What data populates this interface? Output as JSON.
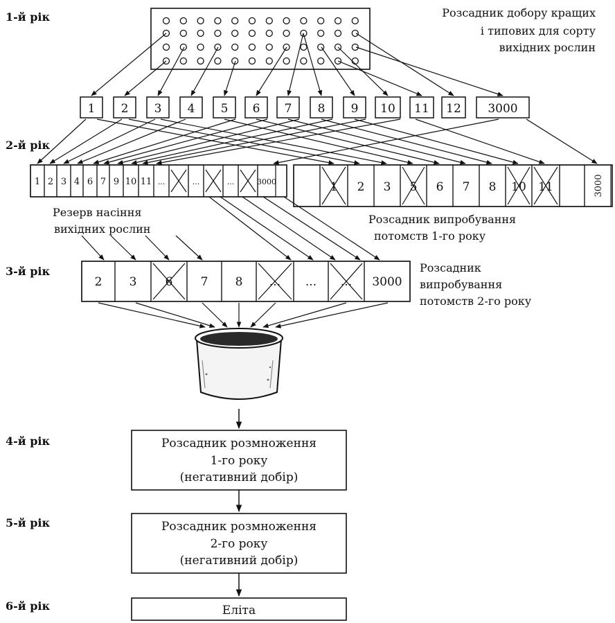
{
  "years": [
    "1-й рік",
    "2-й рік",
    "3-й рік",
    "4-й рік",
    "5-й рік",
    "6-й рік"
  ],
  "nursery1_caption": [
    "Розсадник добору кращих",
    "і типових для сорту",
    "вихідних рослин"
  ],
  "selection_boxes": [
    "1",
    "2",
    "3",
    "4",
    "5",
    "6",
    "7",
    "8",
    "9",
    "10",
    "11",
    "12",
    "3000"
  ],
  "reserve_cells": [
    "1",
    "2",
    "3",
    "4",
    "6",
    "7",
    "9",
    "10",
    "11",
    "...",
    "",
    "...",
    "",
    "...",
    "",
    "3000"
  ],
  "reserve_caption": [
    "Резерв   насіння",
    "вихідних рослин"
  ],
  "trial1_cells": [
    "",
    "1",
    "2",
    "3",
    "5",
    "6",
    "7",
    "8",
    "10",
    "11",
    "",
    "3000"
  ],
  "trial1_caption": [
    "Розсадник випробування",
    "потомств 1-го року"
  ],
  "trial2_cells": [
    "2",
    "3",
    "6",
    "7",
    "8",
    "...",
    "...",
    "...",
    "3000"
  ],
  "trial2_caption": [
    "Розсадник",
    "випробування",
    "потомств 2-го року"
  ],
  "mult1_lines": [
    "Розсадник розмноження",
    "1-го року",
    "(негативний добір)"
  ],
  "mult2_lines": [
    "Розсадник розмноження",
    "2-го року",
    "(негативний добір)"
  ],
  "elite_label": "Еліта"
}
